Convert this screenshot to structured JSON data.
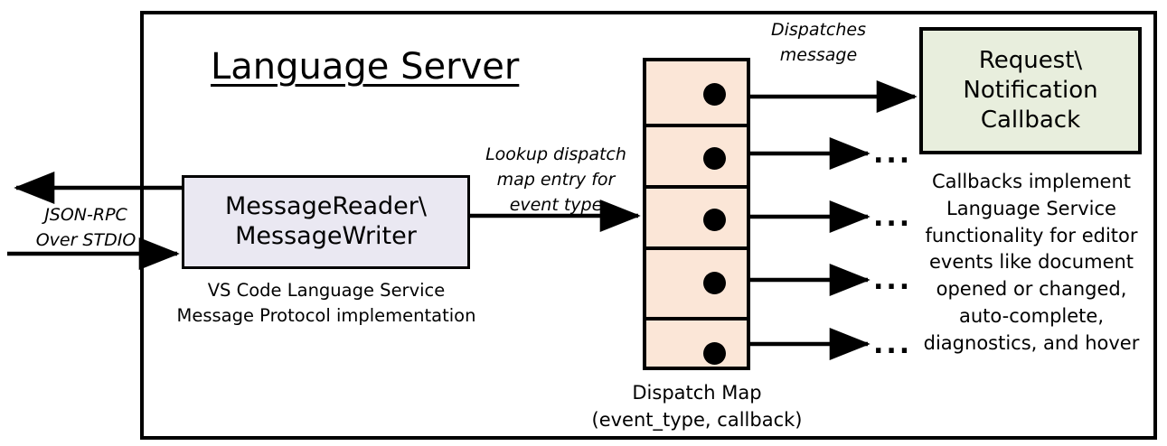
{
  "diagram": {
    "title": "Language Server",
    "boxes": {
      "message_rw": {
        "line1": "MessageReader\\",
        "line2": "MessageWriter",
        "fill": "#eae8f2",
        "caption_line1": "VS Code Language Service",
        "caption_line2": "Message Protocol implementation"
      },
      "callback": {
        "line1": "Request\\",
        "line2": "Notification",
        "line3": "Callback",
        "fill": "#e8eedd",
        "caption": "Callbacks implement Language Service functionality for editor events like document opened or changed, auto-complete, diagnostics, and hover",
        "caption_lines": [
          "Callbacks implement",
          "Language Service",
          "functionality for editor",
          "events like document",
          "opened or changed,",
          "auto-complete,",
          "diagnostics, and hover"
        ]
      },
      "dispatch_map": {
        "fill": "#fbe6d7",
        "row_count": 5,
        "caption_line1": "Dispatch Map",
        "caption_line2": "(event_type, callback)"
      }
    },
    "labels": {
      "jsonrpc_line1": "JSON-RPC",
      "jsonrpc_line2": "Over STDIO",
      "lookup_line1": "Lookup dispatch",
      "lookup_line2": "map entry for",
      "lookup_line3": "event type",
      "dispatches_line1": "Dispatches",
      "dispatches_line2": "message",
      "ellipsis": "..."
    },
    "colors": {
      "stroke": "#000000",
      "background": "#ffffff"
    }
  }
}
